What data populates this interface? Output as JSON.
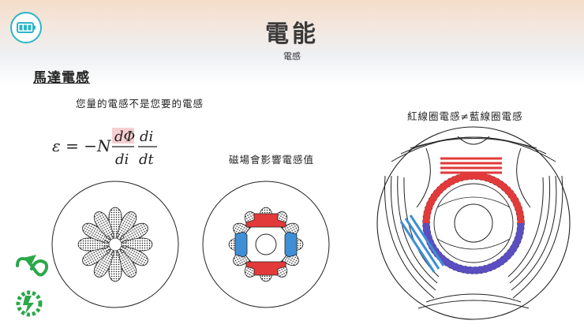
{
  "header": {
    "title": "電能",
    "subtitle": "電感"
  },
  "section": {
    "heading": "馬達電感",
    "note_top": "您量的電感不是您要的電感",
    "note_middle": "磁場會影響電感值",
    "note_right": "紅線圈電感≠藍線圈電感"
  },
  "formula": {
    "lhs": "ε = −N",
    "frac1_num": "dΦ",
    "frac1_den": "di",
    "frac2_num": "di",
    "frac2_den": "dt"
  },
  "colors": {
    "red_coil": "#e23a3a",
    "blue_coil": "#3f8fd6",
    "purple_coil": "#5a4ec0",
    "teal_icon": "#23b3c4",
    "green_logo": "#2aa84a"
  },
  "icons": [
    "battery-icon",
    "bike-logo-icon",
    "gear-bolt-logo-icon"
  ]
}
